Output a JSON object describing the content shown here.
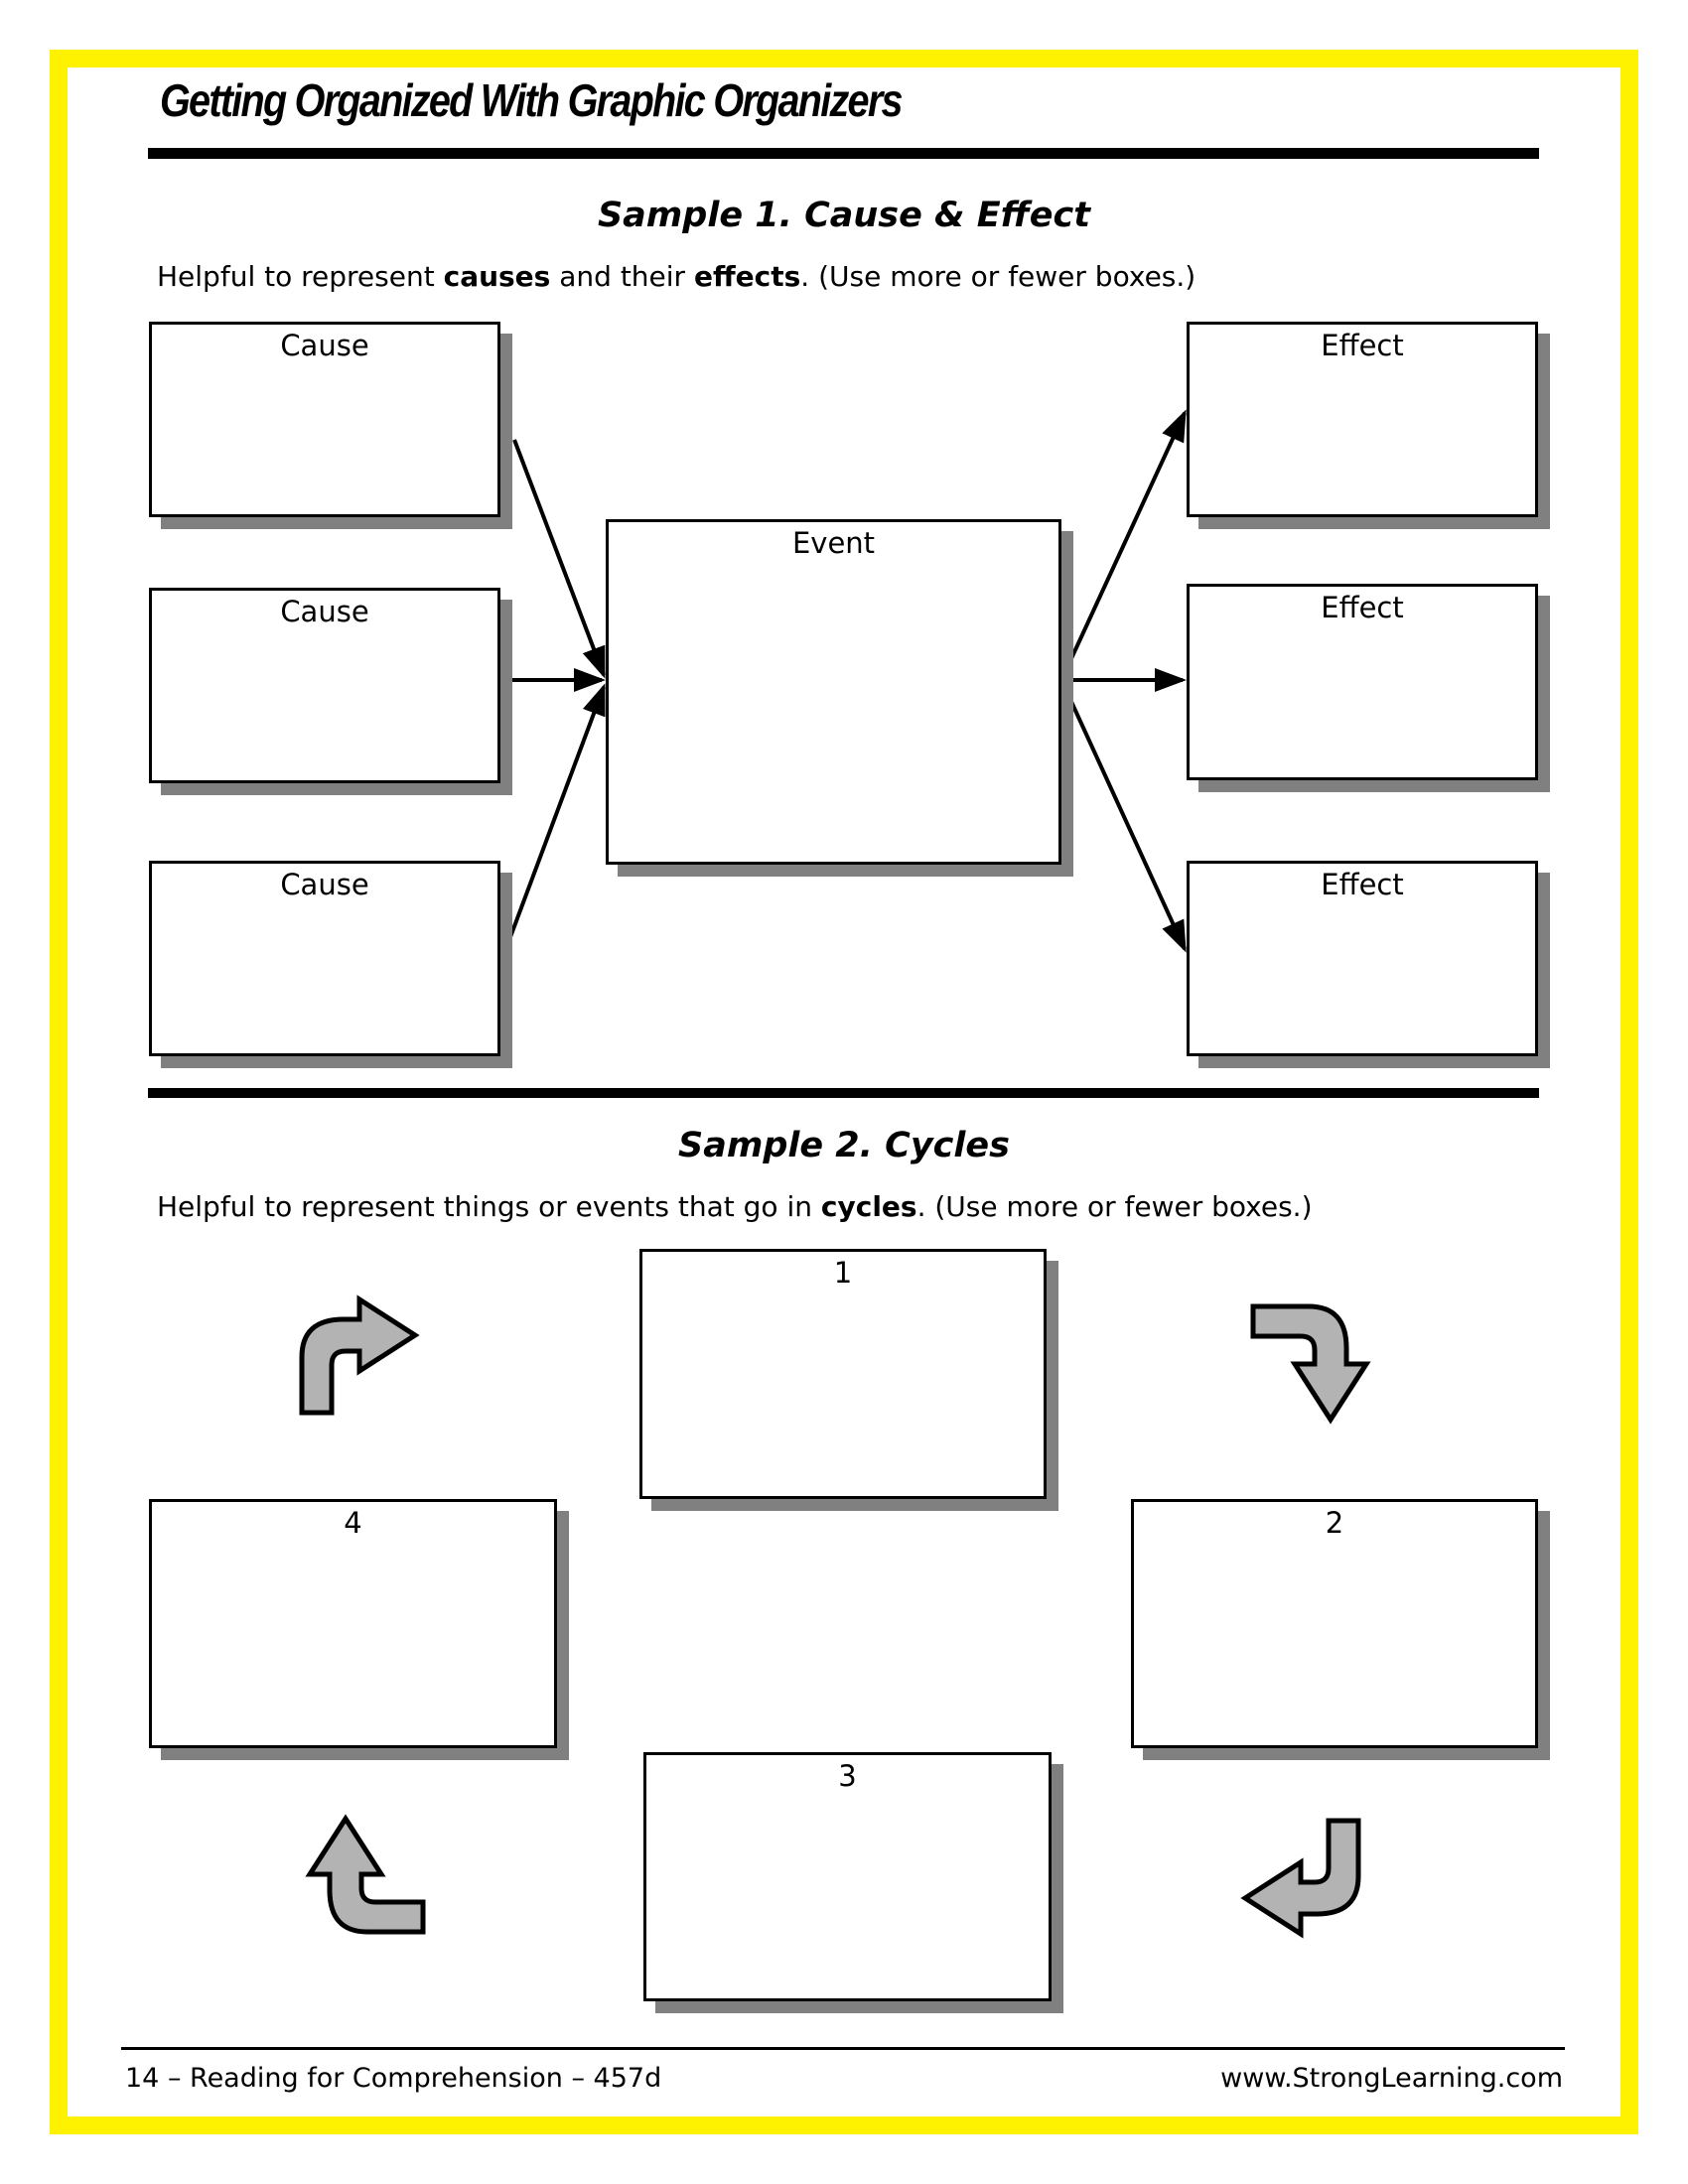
{
  "header": {
    "title": "Getting Organized With Graphic Organizers"
  },
  "sample1": {
    "heading": "Sample 1. Cause & Effect",
    "desc_parts": [
      "Helpful to represent ",
      "causes",
      " and their ",
      "effects",
      ". (Use more or fewer boxes.)"
    ],
    "causes": [
      "Cause",
      "Cause",
      "Cause"
    ],
    "event": "Event",
    "effects": [
      "Effect",
      "Effect",
      "Effect"
    ]
  },
  "sample2": {
    "heading": "Sample 2. Cycles",
    "desc_parts": [
      "Helpful to represent things or events that go in ",
      "cycles",
      ". (Use more or fewer boxes.)"
    ],
    "boxes": [
      "1",
      "2",
      "3",
      "4"
    ]
  },
  "footer": {
    "left": "14 – Reading for Comprehension – 457d",
    "right": "www.StrongLearning.com"
  },
  "colors": {
    "border": "#fff200",
    "shadow": "#808080",
    "arrow_fill": "#b3b3b3"
  }
}
